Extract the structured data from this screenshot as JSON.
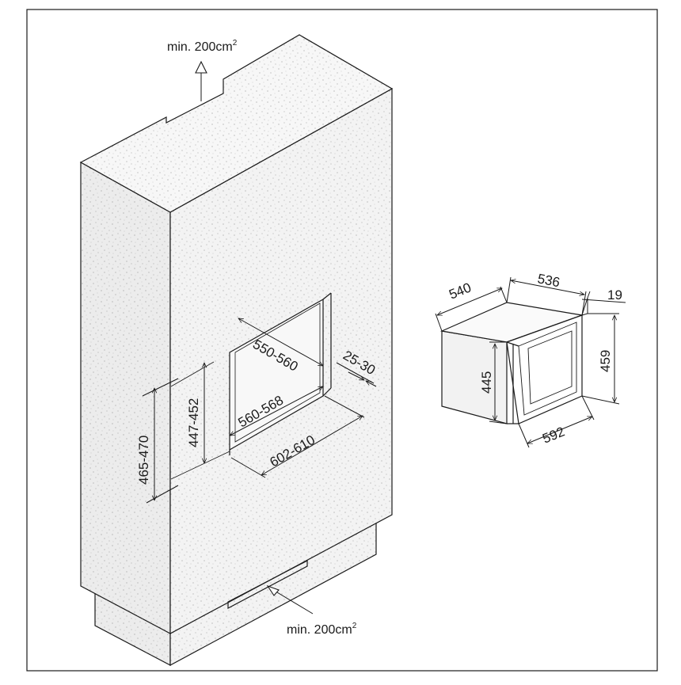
{
  "vent_top": {
    "label": "min. 200cm",
    "superscript": "2"
  },
  "vent_bottom": {
    "label": "min. 200cm",
    "superscript": "2"
  },
  "niche_dimensions": {
    "depth_top": "550-560",
    "depth_bottom": "560-568",
    "width": "602-610",
    "inner_height": "447-452",
    "outer_height": "465-470",
    "gap": "25-30"
  },
  "appliance_dimensions": {
    "depth": "540",
    "body_depth": "536",
    "door_thickness": "19",
    "front_height": "445",
    "total_height": "459",
    "width": "592"
  }
}
